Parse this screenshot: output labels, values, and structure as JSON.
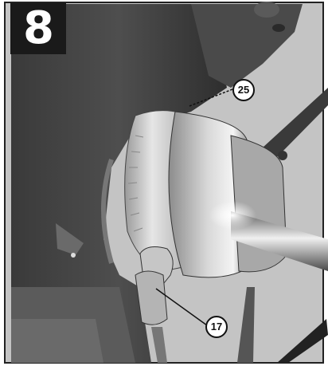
{
  "figure": {
    "step_number": "8",
    "callouts": [
      {
        "label": "25"
      },
      {
        "label": "17"
      }
    ]
  }
}
